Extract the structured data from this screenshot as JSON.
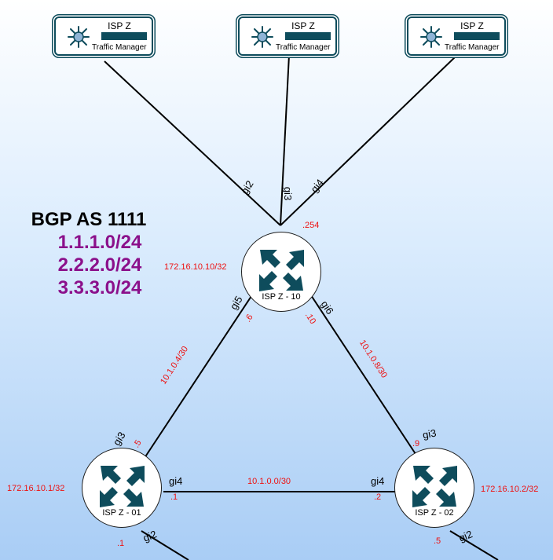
{
  "traffic_managers": [
    {
      "title": "ISP Z",
      "subtitle": "Traffic Manager"
    },
    {
      "title": "ISP Z",
      "subtitle": "Traffic Manager"
    },
    {
      "title": "ISP Z",
      "subtitle": "Traffic Manager"
    }
  ],
  "bgp": {
    "title": "BGP AS 1111",
    "prefixes": [
      "1.1.1.0/24",
      "2.2.2.0/24",
      "3.3.3.0/24"
    ]
  },
  "routers": {
    "r10": {
      "name": "ISP Z - 10",
      "loopback": "172.16.10.10/32",
      "tm_ip": ".254"
    },
    "r01": {
      "name": "ISP Z - 01",
      "loopback": "172.16.10.1/32"
    },
    "r02": {
      "name": "ISP Z - 02",
      "loopback": "172.16.10.2/32"
    }
  },
  "links": {
    "tm_left_intf": "gi2",
    "tm_center_intf": "gi3",
    "tm_right_intf": "gi4",
    "r10_r01": {
      "subnet": "10.1.0.4/30",
      "r10_intf": "gi5",
      "r10_ip": ".6",
      "r01_intf": "gi3",
      "r01_ip": ".5"
    },
    "r10_r02": {
      "subnet": "10.1.0.8/30",
      "r10_intf": "gi6",
      "r10_ip": ".10",
      "r02_intf": "gi3",
      "r02_ip": ".9"
    },
    "r01_r02": {
      "subnet": "10.1.0.0/30",
      "r01_intf": "gi4",
      "r01_ip": ".1",
      "r02_intf": "gi4",
      "r02_ip": ".2"
    },
    "r01_down": {
      "intf": "gi2",
      "ip": ".1"
    },
    "r02_down": {
      "intf": "gi2",
      "ip": ".5"
    }
  },
  "colors": {
    "device_teal": "#0e4c5c",
    "ip_label": "#ee1111",
    "prefix": "#8b108b"
  }
}
